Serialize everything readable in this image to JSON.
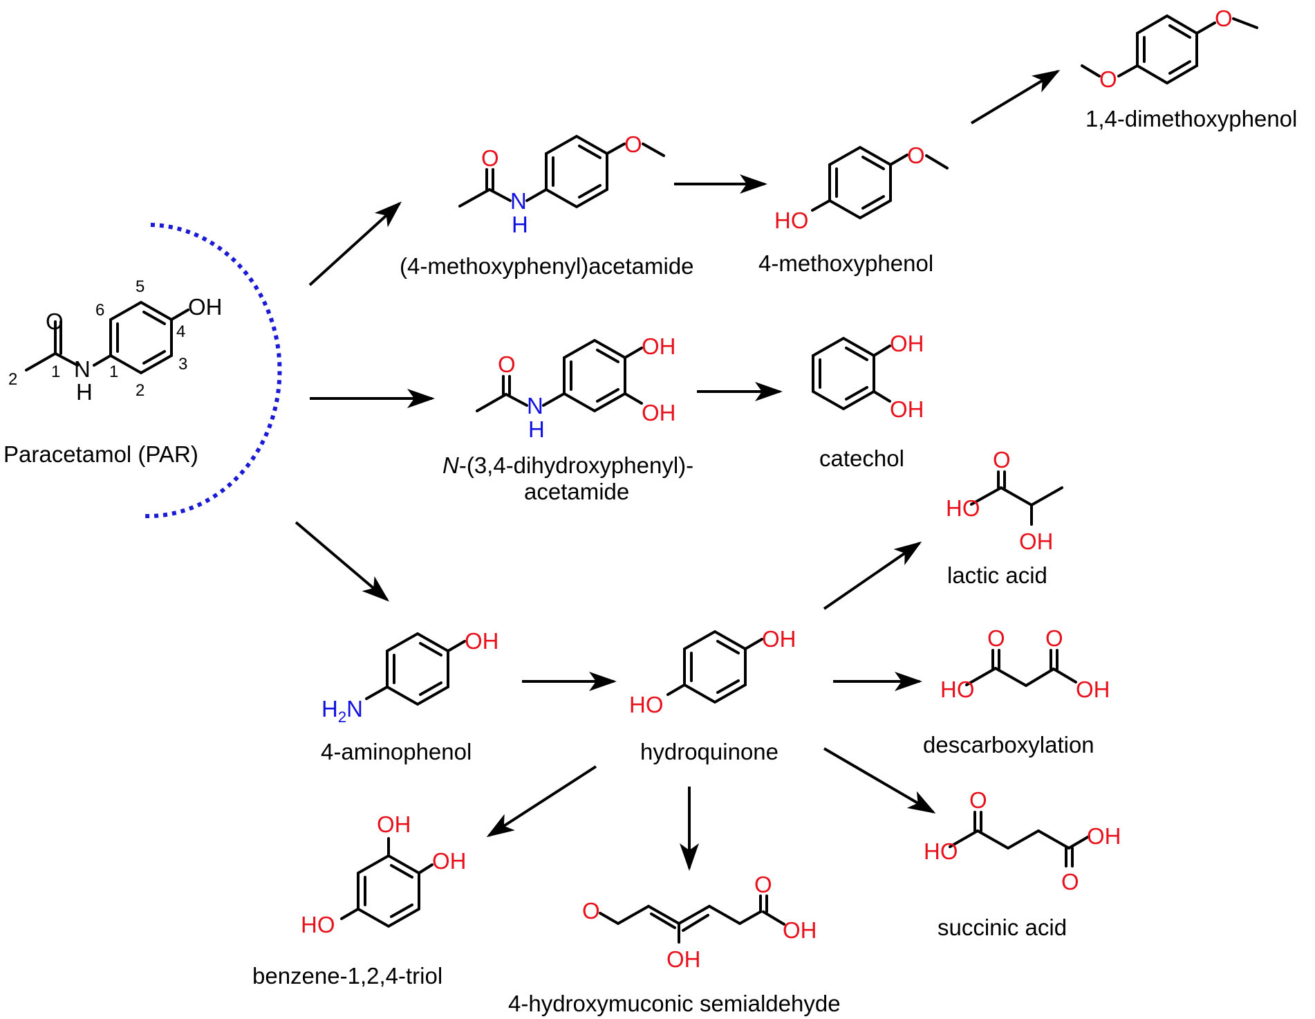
{
  "compounds": {
    "paracetamol": "Paracetamol (PAR)",
    "methoxyphenylacetamide": "(4-methoxyphenyl)acetamide",
    "methoxyphenol": "4-methoxyphenol",
    "dimethoxyphenol": "1,4-dimethoxyphenol",
    "dihydroxyphenyl_n": "N",
    "dihydroxyphenyl_line1_rest": "-(3,4-dihydroxyphenyl)-",
    "dihydroxyphenyl_line2": "acetamide",
    "catechol": "catechol",
    "lactic_acid": "lactic acid",
    "aminophenol": "4-aminophenol",
    "hydroquinone": "hydroquinone",
    "descarboxylation": "descarboxylation",
    "succinic_acid": "succinic acid",
    "benzenetriol": "benzene-1,2,4-triol",
    "hydroxymuconic": "4-hydroxymuconic  semialdehyde"
  },
  "atoms": {
    "O": "O",
    "OH": "OH",
    "HO": "HO",
    "N": "N",
    "NH_N": "N",
    "H": "H",
    "H2N_H": "H",
    "H2N_2": "2",
    "H2N_N": "N"
  },
  "numbering": {
    "n1": "1",
    "n2a": "2",
    "n2b": "2",
    "n3": "3",
    "n4": "4",
    "n5": "5",
    "n6": "6",
    "n1b": "1"
  },
  "colors": {
    "heteroatom_oxygen": "#e8101a",
    "heteroatom_nitrogen": "#1010e0",
    "bond": "#000000",
    "adsorption_arc": "#1a1ad6"
  }
}
